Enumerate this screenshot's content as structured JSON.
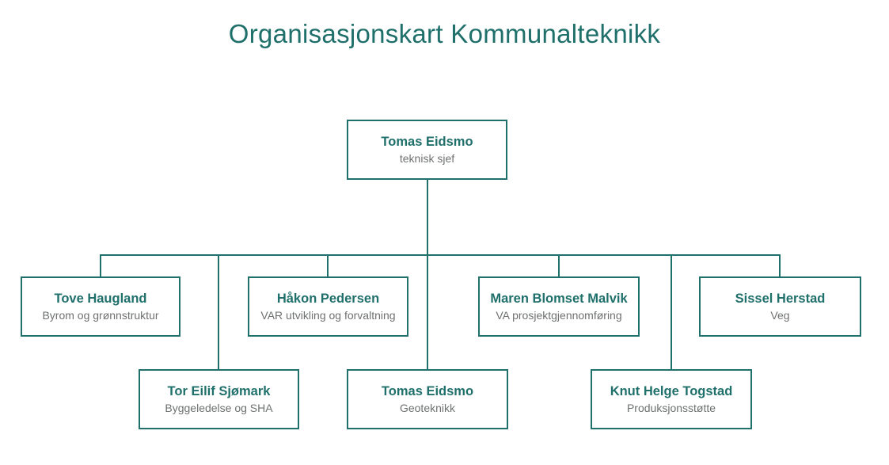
{
  "title": "Organisasjonskart Kommunalteknikk",
  "colors": {
    "accent": "#1F6F6B",
    "muted": "#6E7170",
    "line": "#20706B",
    "background": "#FFFFFF"
  },
  "root": {
    "name": "Tomas Eidsmo",
    "role": "teknisk sjef"
  },
  "children": [
    {
      "name": "Tove Haugland",
      "role": "Byrom og grønnstruktur"
    },
    {
      "name": "Tor Eilif Sjømark",
      "role": "Byggeledelse og SHA"
    },
    {
      "name": "Håkon Pedersen",
      "role": "VAR utvikling og forvaltning"
    },
    {
      "name": "Tomas Eidsmo",
      "role": "Geoteknikk"
    },
    {
      "name": "Maren Blomset Malvik",
      "role": "VA prosjektgjennomføring"
    },
    {
      "name": "Knut Helge Togstad",
      "role": "Produksjonsstøtte"
    },
    {
      "name": "Sissel Herstad",
      "role": "Veg"
    }
  ]
}
